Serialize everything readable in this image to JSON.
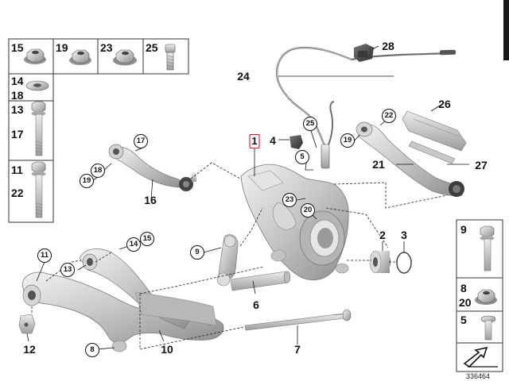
{
  "grid_cells": [
    "15",
    "19",
    "23",
    "25",
    "14",
    "18",
    "13",
    "17",
    "11",
    "22"
  ],
  "side_cells": [
    "9",
    "8",
    "20",
    "5"
  ],
  "callouts": {
    "c28": "28",
    "c24": "24",
    "c26": "26",
    "c4": "4",
    "c1": "1",
    "c21": "21",
    "c27": "27",
    "c16": "16",
    "c2": "2",
    "c3": "3",
    "c6": "6",
    "c7": "7",
    "c10": "10",
    "c12": "12"
  },
  "circled": {
    "r25": "25",
    "r22a": "22",
    "r19a": "19",
    "r5": "5",
    "r23": "23",
    "r20": "20",
    "r17": "17",
    "r18": "18",
    "r19b": "19",
    "r15": "15",
    "r14": "14",
    "r13": "13",
    "r11": "11",
    "r9": "9",
    "r8": "8"
  },
  "reference_number": "336464"
}
